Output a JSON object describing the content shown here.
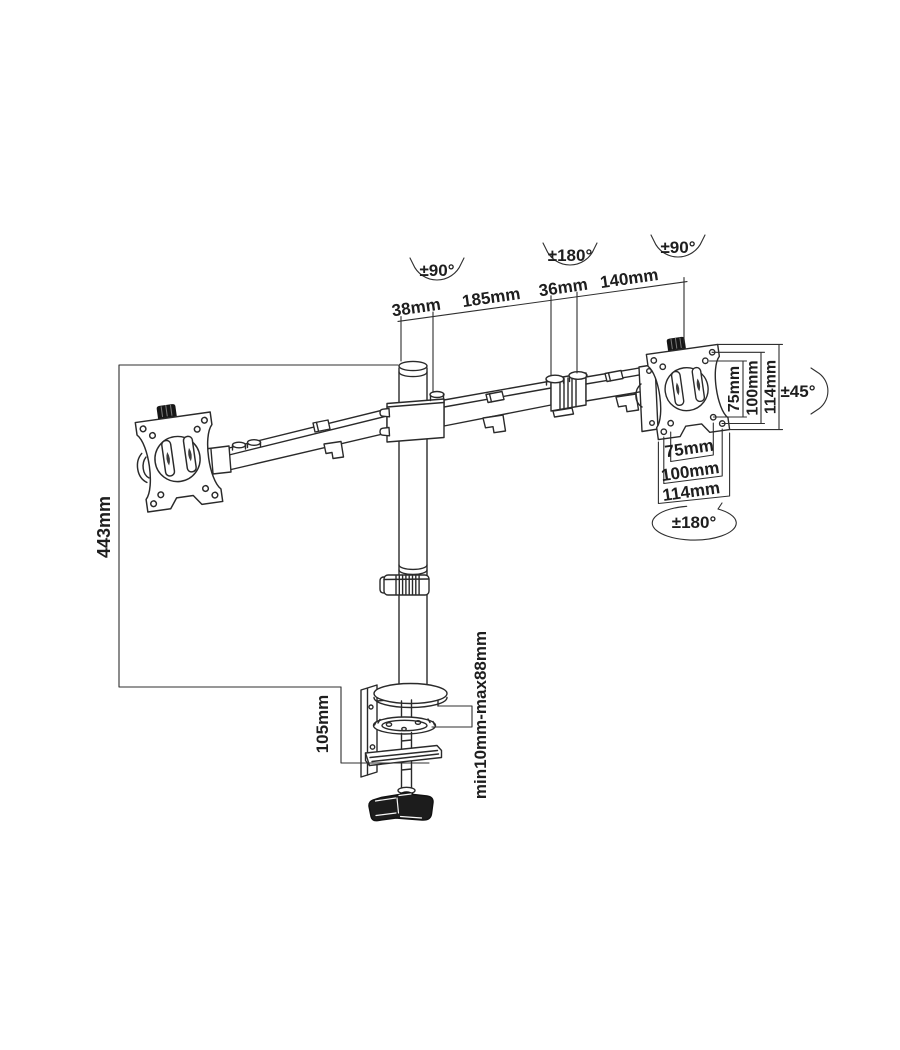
{
  "drawing": {
    "arm_segments": {
      "s1": "38mm",
      "s2": "185mm",
      "s3": "36mm",
      "s4": "140mm"
    },
    "rotations": {
      "left_vesa_swivel": "±90°",
      "pole_swivel": "±180°",
      "right_vesa_swivel": "±90°",
      "tilt": "±45°",
      "vesa_plate_rotation": "±180°"
    },
    "vesa_plate_vertical": {
      "v1": "75mm",
      "v2": "100mm",
      "v3": "114mm"
    },
    "vesa_plate_horizontal": {
      "h1": "75mm",
      "h2": "100mm",
      "h3": "114mm"
    },
    "pole_height": "443mm",
    "clamp_height": "105mm",
    "desk_thickness_range": "min10mm-max88mm"
  }
}
